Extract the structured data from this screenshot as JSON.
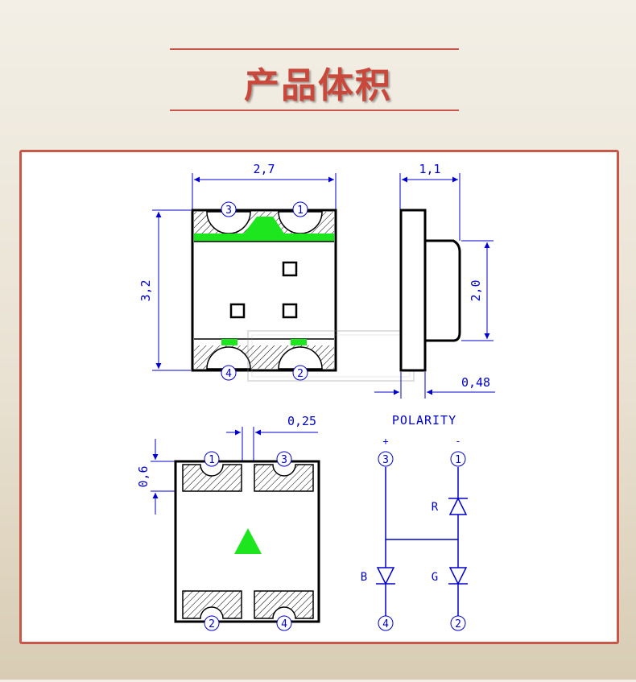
{
  "title": "产品体积",
  "dims": {
    "width": "2,7",
    "height": "3,2",
    "thickness": "1,1",
    "lens_height": "2,0",
    "base": "0,48",
    "gap": "0,25",
    "pad": "0,6"
  },
  "polarity": {
    "label": "POLARITY",
    "plus": "+",
    "minus": "-",
    "r": "R",
    "g": "G",
    "b": "B"
  },
  "pins": {
    "p1": "1",
    "p2": "2",
    "p3": "3",
    "p4": "4"
  },
  "colors": {
    "accent": "#c8574a",
    "chip": "#1ee61e",
    "line": "#0000cc"
  }
}
